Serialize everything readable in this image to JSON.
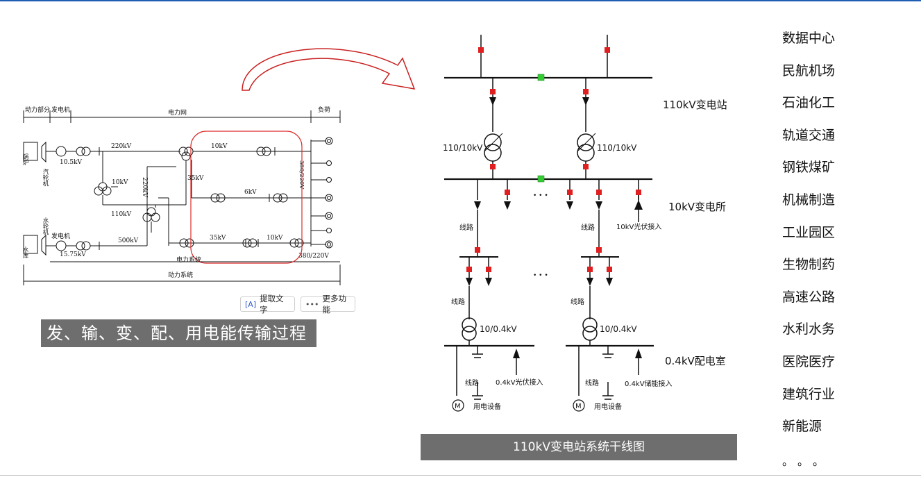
{
  "process_diagram": {
    "headers": [
      "动力部分",
      "发电机",
      "电力网",
      "负荷"
    ],
    "boiler": "锅炉",
    "turbine": "汽轮机",
    "water_turbine": "水轮机",
    "reservoir": "水库",
    "generator": "发电机",
    "kv_220_line": "220kV",
    "kv_10_5": "10.5kV",
    "kv_10_a": "10kV",
    "kv_220_vert": "220kV",
    "kv_110": "110kV",
    "kv_500": "500kV",
    "kv_15_75": "15.75kV",
    "kv_10_b": "10kV",
    "kv_35_a": "35kV",
    "kv_6": "6kV",
    "kv_35_b": "35kV",
    "kv_10_c": "10kV",
    "kv_380_220_vert": "380/220V",
    "kv_380_220": "380/220V",
    "power_system": "电力系统",
    "dynamic_system": "动力系统"
  },
  "toolbar": {
    "extract_text": "提取文字",
    "more_features": "更多功能"
  },
  "left_caption": "发、输、变、配、用电能传输过程",
  "substation": {
    "station_110": "110kV变电站",
    "station_10": "10kV变电所",
    "room_04": "0.4kV配电室",
    "transformer_left": "110/10kV",
    "transformer_right": "110/10kV",
    "line_1": "线路",
    "line_2": "线路",
    "line_3": "线路",
    "line_4": "线路",
    "line_5": "线路",
    "line_6": "线路",
    "pv_10kv": "10kV光伏接入",
    "tr_04_left": "10/0.4kV",
    "tr_04_right": "10/0.4kV",
    "pv_04kv": "0.4kV光伏接入",
    "storage_04kv": "0.4kV储能接入",
    "load_left": "用电设备",
    "load_right": "用电设备",
    "motor_symbol": "M",
    "dots": "• • •",
    "breaker_color": "#e02020",
    "tie_breaker_color": "#33cc33"
  },
  "right_caption": "110kV变电站系统干线图",
  "industries": [
    "数据中心",
    "民航机场",
    "石油化工",
    "轨道交通",
    "钢铁煤矿",
    "机械制造",
    "工业园区",
    "生物制药",
    "高速公路",
    "水利水务",
    "医院医疗",
    "建筑行业",
    "新能源"
  ],
  "list_ellipsis": "。。。"
}
